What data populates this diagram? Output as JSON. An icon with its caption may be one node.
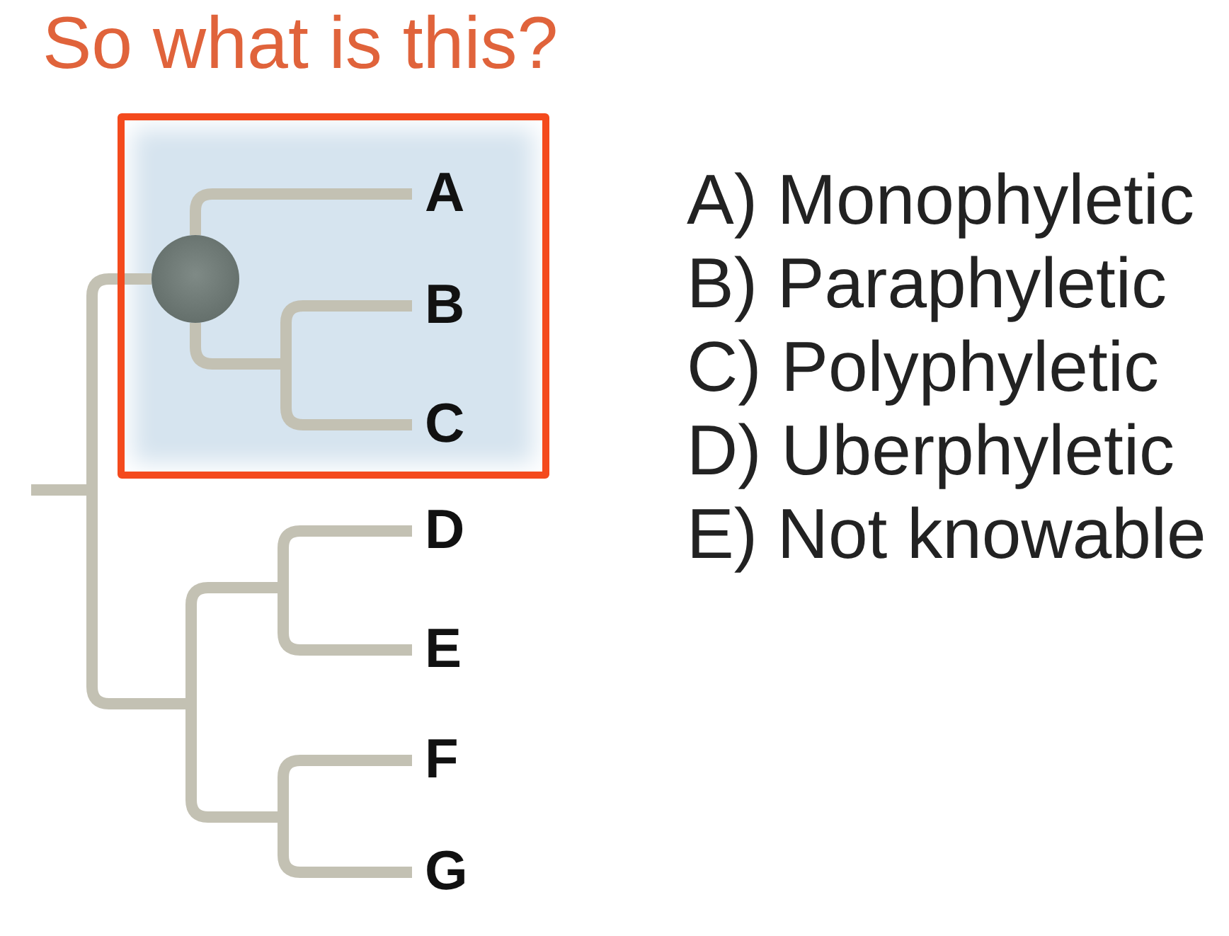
{
  "diagram": {
    "title": "So what is this?",
    "nodes": [
      {
        "text": [],
        "shape": "box"
      },
      {
        "text": [],
        "shape": "circle",
        "in": 0
      },
      {
        "text": [
          "A"
        ],
        "in": 0
      },
      {
        "text": [
          "B"
        ],
        "in": 0
      },
      {
        "text": [
          "C"
        ],
        "in": 0
      },
      {
        "text": [
          "D"
        ]
      },
      {
        "text": [
          "E"
        ]
      },
      {
        "text": [
          "F"
        ]
      },
      {
        "text": [
          "G"
        ]
      }
    ],
    "edges": [
      {
        "from": null,
        "to": 1,
        "arrow": "none"
      },
      {
        "from": 1,
        "to": 2,
        "arrow": "none"
      },
      {
        "from": 1,
        "to": 3,
        "arrow": "none"
      },
      {
        "from": 1,
        "to": 4,
        "arrow": "none"
      },
      {
        "from": null,
        "to": 5,
        "arrow": "none"
      },
      {
        "from": null,
        "to": 6,
        "arrow": "none"
      },
      {
        "from": null,
        "to": 7,
        "arrow": "none"
      },
      {
        "from": null,
        "to": 8,
        "arrow": "none"
      }
    ],
    "labels": [
      "A) Monophyletic",
      "B) Paraphyletic",
      "C) Polyphyletic",
      "D) Uberphyletic",
      "E) Not knowable"
    ]
  }
}
